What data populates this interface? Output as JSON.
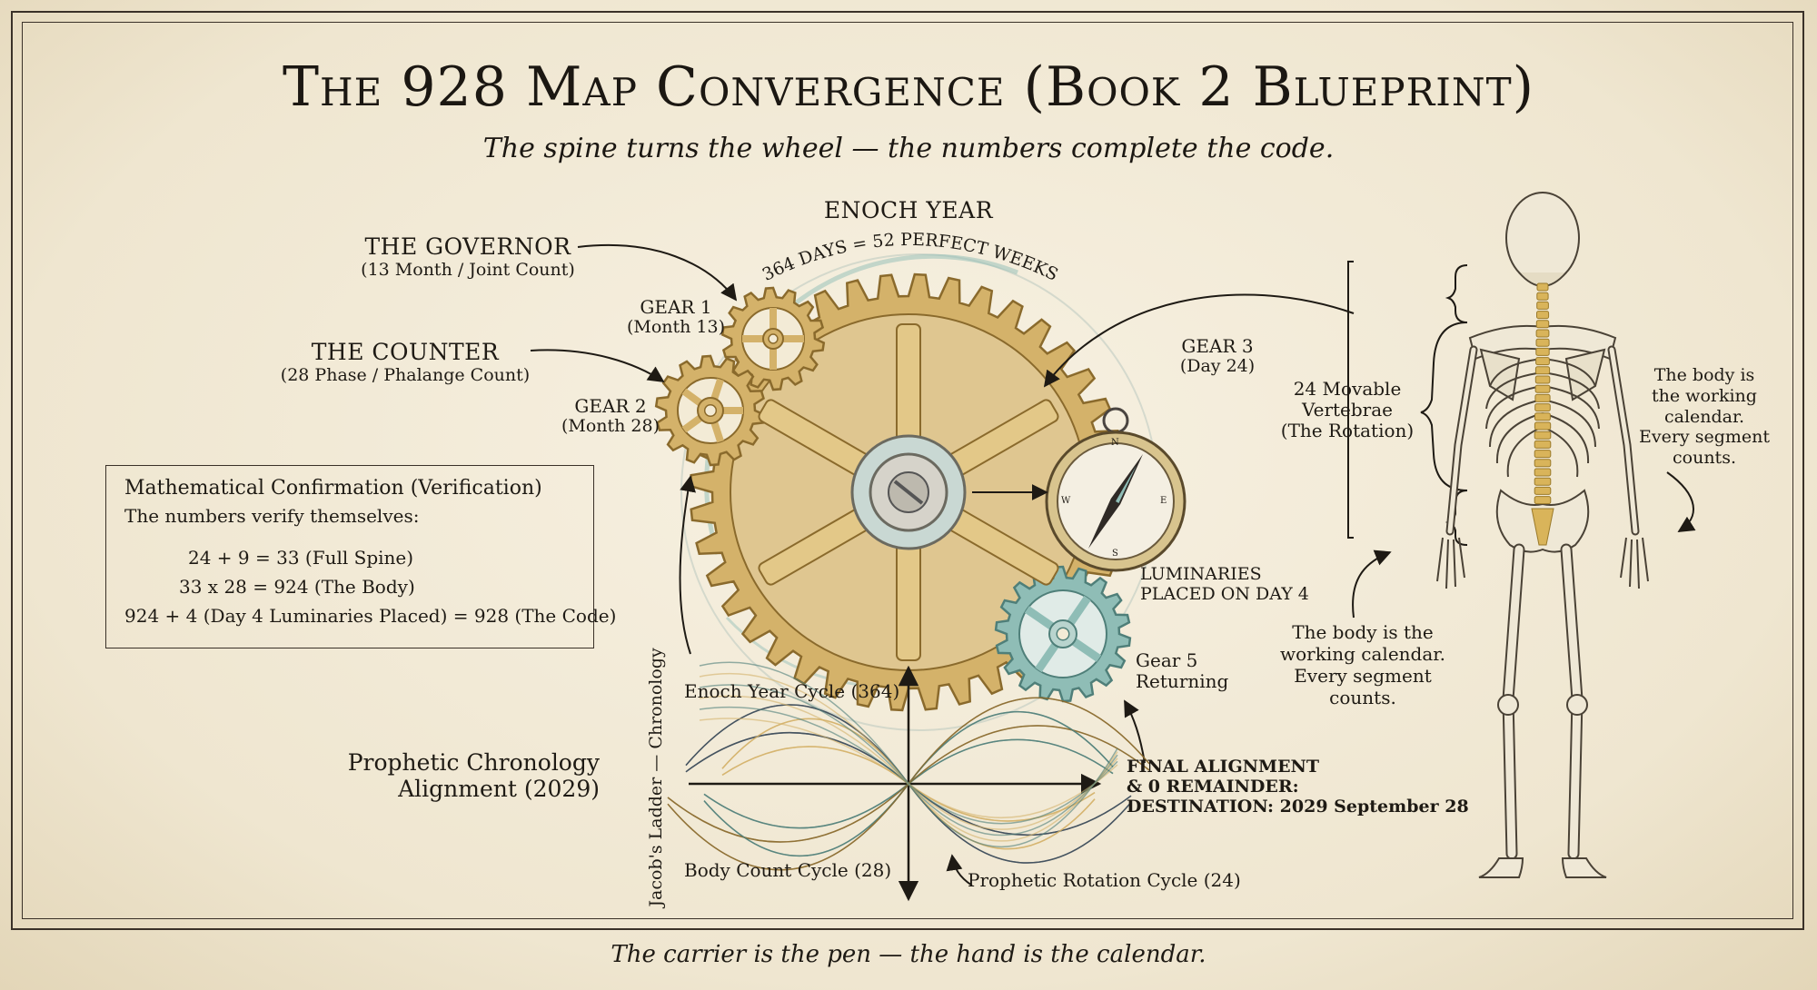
{
  "title": "The 928 Map Convergence (Book 2 Blueprint)",
  "subtitle": "The spine turns the wheel — the numbers complete the code.",
  "footer": "The carrier is the pen — the hand is the calendar.",
  "enoch": {
    "title": "ENOCH YEAR",
    "arc": "(364 DAYS = 52 PERFECT WEEKS)"
  },
  "governor": {
    "title": "THE GOVERNOR",
    "sub": "(13 Month / Joint Count)"
  },
  "counter": {
    "title": "THE COUNTER",
    "sub": "(28 Phase / Phalange Count)"
  },
  "gear1": {
    "title": "GEAR 1",
    "sub": "(Month 13)"
  },
  "gear2": {
    "title": "GEAR 2",
    "sub": "(Month 28)"
  },
  "gear3": {
    "title": "GEAR 3",
    "sub": "(Day 24)"
  },
  "luminaries": {
    "line1": "LUMINARIES",
    "line2": "PLACED ON DAY 4"
  },
  "gear5": {
    "line1": "Gear 5",
    "line2": "Returning"
  },
  "compass": {
    "n": "N",
    "e": "E",
    "s": "S",
    "w": "W"
  },
  "math": {
    "title": "Mathematical Confirmation (Verification)",
    "intro": "The numbers verify themselves:",
    "eq1": "24 + 9 = 33 (Full Spine)",
    "eq2": "33 x 28 = 924 (The Body)",
    "eq3": "924 + 4 (Day 4 Luminaries Placed) = 928 (The Code)"
  },
  "chronology": {
    "title_line1": "Prophetic Chronology",
    "title_line2": "Alignment (2029)",
    "axis_label": "Jacob's Ladder — Chronology",
    "enoch_cycle": "Enoch Year Cycle (364)",
    "body_cycle": "Body Count Cycle (28)",
    "prophetic_cycle": "Prophetic Rotation Cycle (24)",
    "final_line1": "FINAL ALIGNMENT",
    "final_line2": "& 0 REMAINDER:",
    "final_line3": "DESTINATION: 2029 September 28"
  },
  "skeleton": {
    "vert_line1": "24 Movable",
    "vert_line2": "Vertebrae",
    "vert_line3": "(The Rotation)",
    "left_note": [
      "The body is the",
      "working calendar.",
      "Every segment",
      "counts."
    ],
    "right_note": [
      "The body is",
      "the working",
      "calendar.",
      "Every segment",
      "counts."
    ]
  },
  "colors": {
    "ink": "#1e1a14",
    "gold": "#d4b26a",
    "gold_dark": "#8a6a2c",
    "teal": "#8fbdb6",
    "teal_dark": "#4f7f79",
    "bone": "#efe8d6",
    "spine": "#d9b45a"
  }
}
